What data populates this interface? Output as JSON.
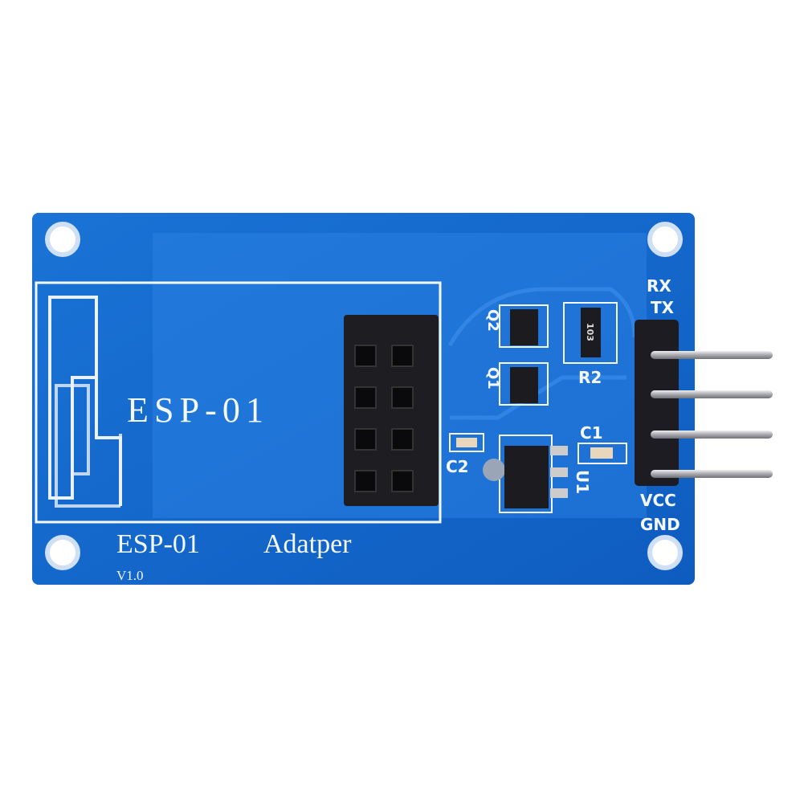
{
  "board": {
    "title": "ESP-01",
    "subtitle_left": "ESP-01",
    "subtitle_right": "Adatper",
    "version": "V1.0",
    "pins": [
      "RX",
      "TX",
      "VCC",
      "GND"
    ],
    "components": {
      "q1": "Q1",
      "q2": "Q2",
      "r2": "R2",
      "r2_marking": "103",
      "c1": "C1",
      "c2": "C2",
      "u1": "U1"
    },
    "colors": {
      "pcb": "#1565c8",
      "pcb_light": "#2a7fe0",
      "silk": "#f4f8ff",
      "header": "#1c1c22",
      "pin": "#c8c8cc"
    }
  }
}
